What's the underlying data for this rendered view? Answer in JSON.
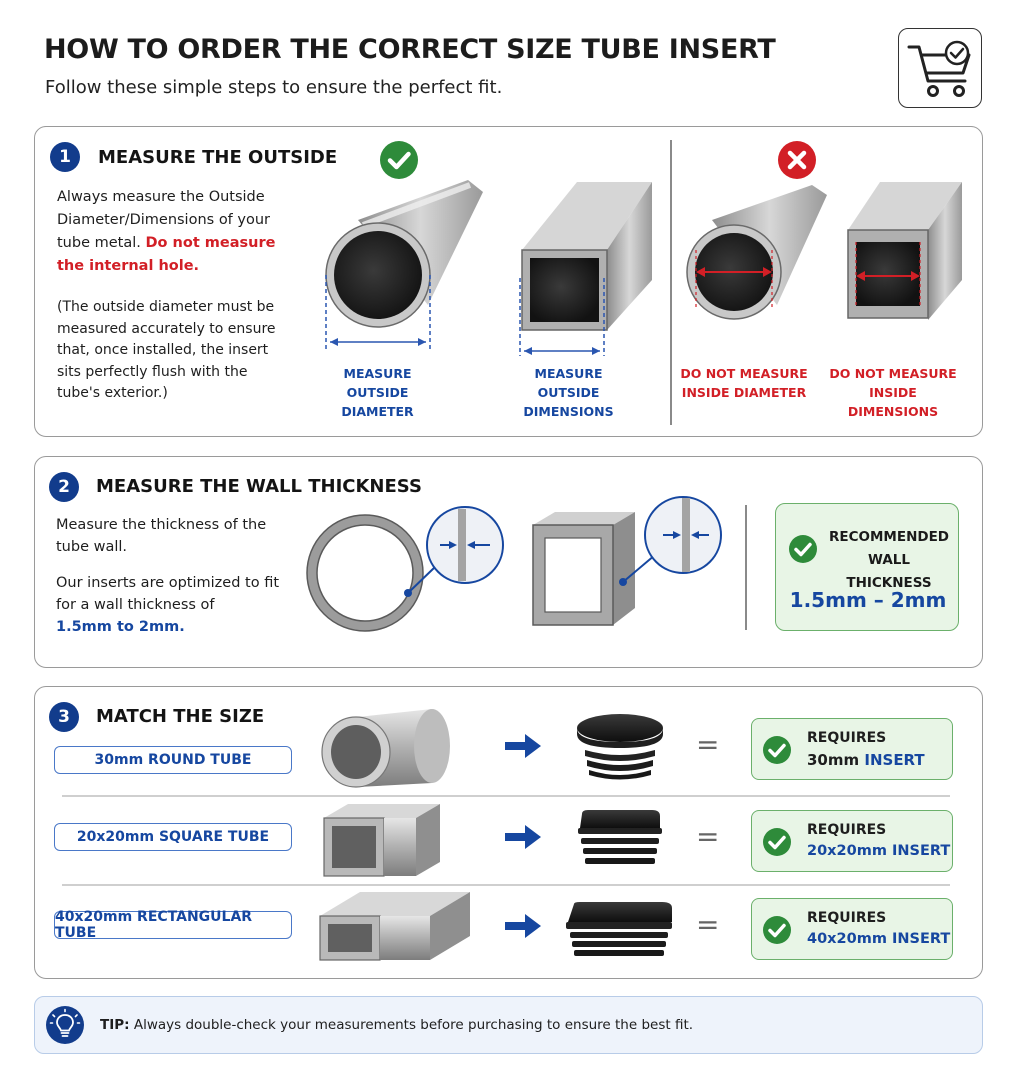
{
  "header": {
    "title": "HOW TO ORDER THE CORRECT SIZE TUBE INSERT",
    "subtitle": "Follow these simple steps to ensure the perfect fit."
  },
  "step1": {
    "number": "1",
    "title": "MEASURE THE OUTSIDE",
    "text_a": "Always measure the Outside",
    "text_b": "Diameter/Dimensions of your",
    "text_c": "tube metal.",
    "warn_a": "Do not measure",
    "warn_b": "the internal hole.",
    "note_1": "(The outside diameter must be",
    "note_2": "measured accurately to ensure",
    "note_3": "that, once installed, the insert",
    "note_4": "sits perfectly flush with the",
    "note_5": "tube's exterior.)",
    "captions": [
      {
        "l1": "MEASURE",
        "l2": "OUTSIDE DIAMETER"
      },
      {
        "l1": "MEASURE",
        "l2": "OUTSIDE DIMENSIONS"
      },
      {
        "l1": "DO NOT MEASURE",
        "l2": "INSIDE DIAMETER"
      },
      {
        "l1": "DO NOT MEASURE",
        "l2": "INSIDE DIMENSIONS"
      }
    ]
  },
  "step2": {
    "number": "2",
    "title": "MEASURE THE WALL THICKNESS",
    "text_1": "Measure the thickness of the",
    "text_2": "tube wall.",
    "text_3": "Our inserts are optimized to fit",
    "text_4": "for a wall thickness of",
    "text_5": "1.5mm to 2mm.",
    "rec_l1": "RECOMMENDED",
    "rec_l2": "WALL THICKNESS",
    "rec_value": "1.5mm – 2mm"
  },
  "step3": {
    "number": "3",
    "title": "MATCH THE SIZE",
    "equals": "=",
    "rows": [
      {
        "tube": "30mm ROUND TUBE",
        "req": "REQUIRES",
        "size": "30mm",
        "insert": "INSERT"
      },
      {
        "tube": "20x20mm SQUARE TUBE",
        "req": "REQUIRES",
        "value": "20x20mm INSERT"
      },
      {
        "tube": "40x20mm RECTANGULAR TUBE",
        "req": "REQUIRES",
        "value": "40x20mm INSERT"
      }
    ]
  },
  "tip": {
    "label": "TIP:",
    "text": "Always double-check your measurements before purchasing to ensure the best fit."
  },
  "colors": {
    "navy": "#123c8c",
    "blue": "#1647a0",
    "red": "#d21f26",
    "green": "#2e8b3a",
    "green_bg": "#e8f5e6"
  }
}
